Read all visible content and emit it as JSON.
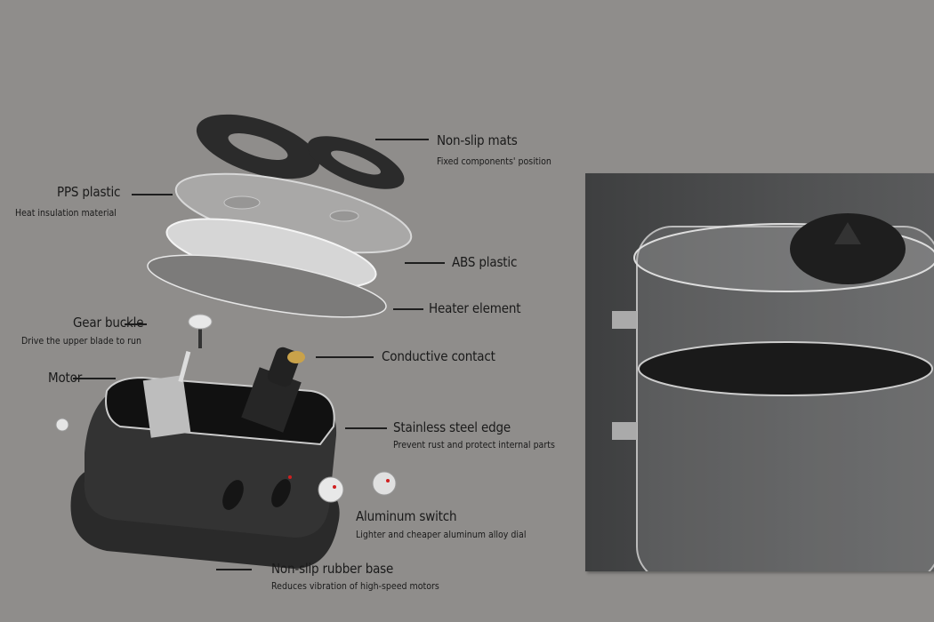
{
  "labels": {
    "non_slip_mats": {
      "title": "Non-slip mats",
      "subtitle": "Fixed components' position"
    },
    "pps_plastic": {
      "title": "PPS plastic",
      "subtitle": "Heat insulation material"
    },
    "abs_plastic": {
      "title": "ABS plastic"
    },
    "heater_element": {
      "title": "Heater element"
    },
    "gear_buckle": {
      "title": "Gear buckle",
      "subtitle": "Drive the upper blade to run"
    },
    "conductive_contact": {
      "title": "Conductive contact"
    },
    "motor": {
      "title": "Motor"
    },
    "stainless_steel_edge": {
      "title": "Stainless steel edge",
      "subtitle": "Prevent rust and protect internal parts"
    },
    "aluminum_switch": {
      "title": "Aluminum switch",
      "subtitle": "Lighter and cheaper aluminum alloy dial"
    },
    "non_slip_rubber_base": {
      "title": "Non-slip rubber base",
      "subtitle": "Reduces vibration of high-speed motors"
    }
  },
  "colors": {
    "background": "#8f8d8b",
    "text": "#1a1a1a",
    "dial_dot": "#d02020"
  }
}
